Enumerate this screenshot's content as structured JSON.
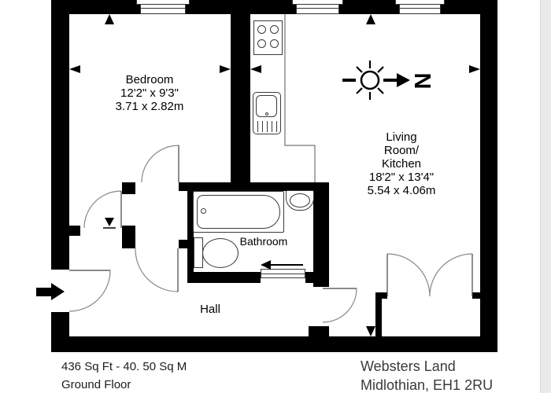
{
  "plan": {
    "rooms": {
      "bedroom": {
        "name": "Bedroom",
        "imperial": "12'2\" x 9'3\"",
        "metric": "3.71 x 2.82m"
      },
      "living": {
        "line1": "Living",
        "line2": "Room/",
        "line3": "Kitchen",
        "imperial": "18'2\" x 13'4\"",
        "metric": "5.54 x 4.06m"
      },
      "bathroom": {
        "name": "Bathroom"
      },
      "hall": {
        "name": "Hall"
      }
    },
    "north": {
      "label": "N"
    }
  },
  "footer": {
    "area": "436 Sq Ft - 40. 50 Sq M",
    "floor": "Ground Floor",
    "address1": "Websters Land",
    "address2": "Midlothian, EH1 2RU"
  },
  "colors": {
    "wall": "#000000",
    "background": "#ffffff",
    "fixture_line": "#3a3a3a",
    "arc_line": "#888888",
    "footer_text": "#3a3a3a",
    "side_strip": "#eaeaed"
  },
  "icons": {
    "north-sun-icon": "circle-with-rays",
    "north-arrow-icon": "solid-right-arrow",
    "entry-arrow-icon": "solid-right-arrow",
    "bathtub-icon": "rounded-rect",
    "toilet-icon": "tank-plus-oval",
    "basin-icon": "oval-in-shell",
    "stove-icon": "four-burners",
    "kitchen-sink-icon": "basin-with-drainer",
    "door-swing-icon": "quarter-arc"
  }
}
